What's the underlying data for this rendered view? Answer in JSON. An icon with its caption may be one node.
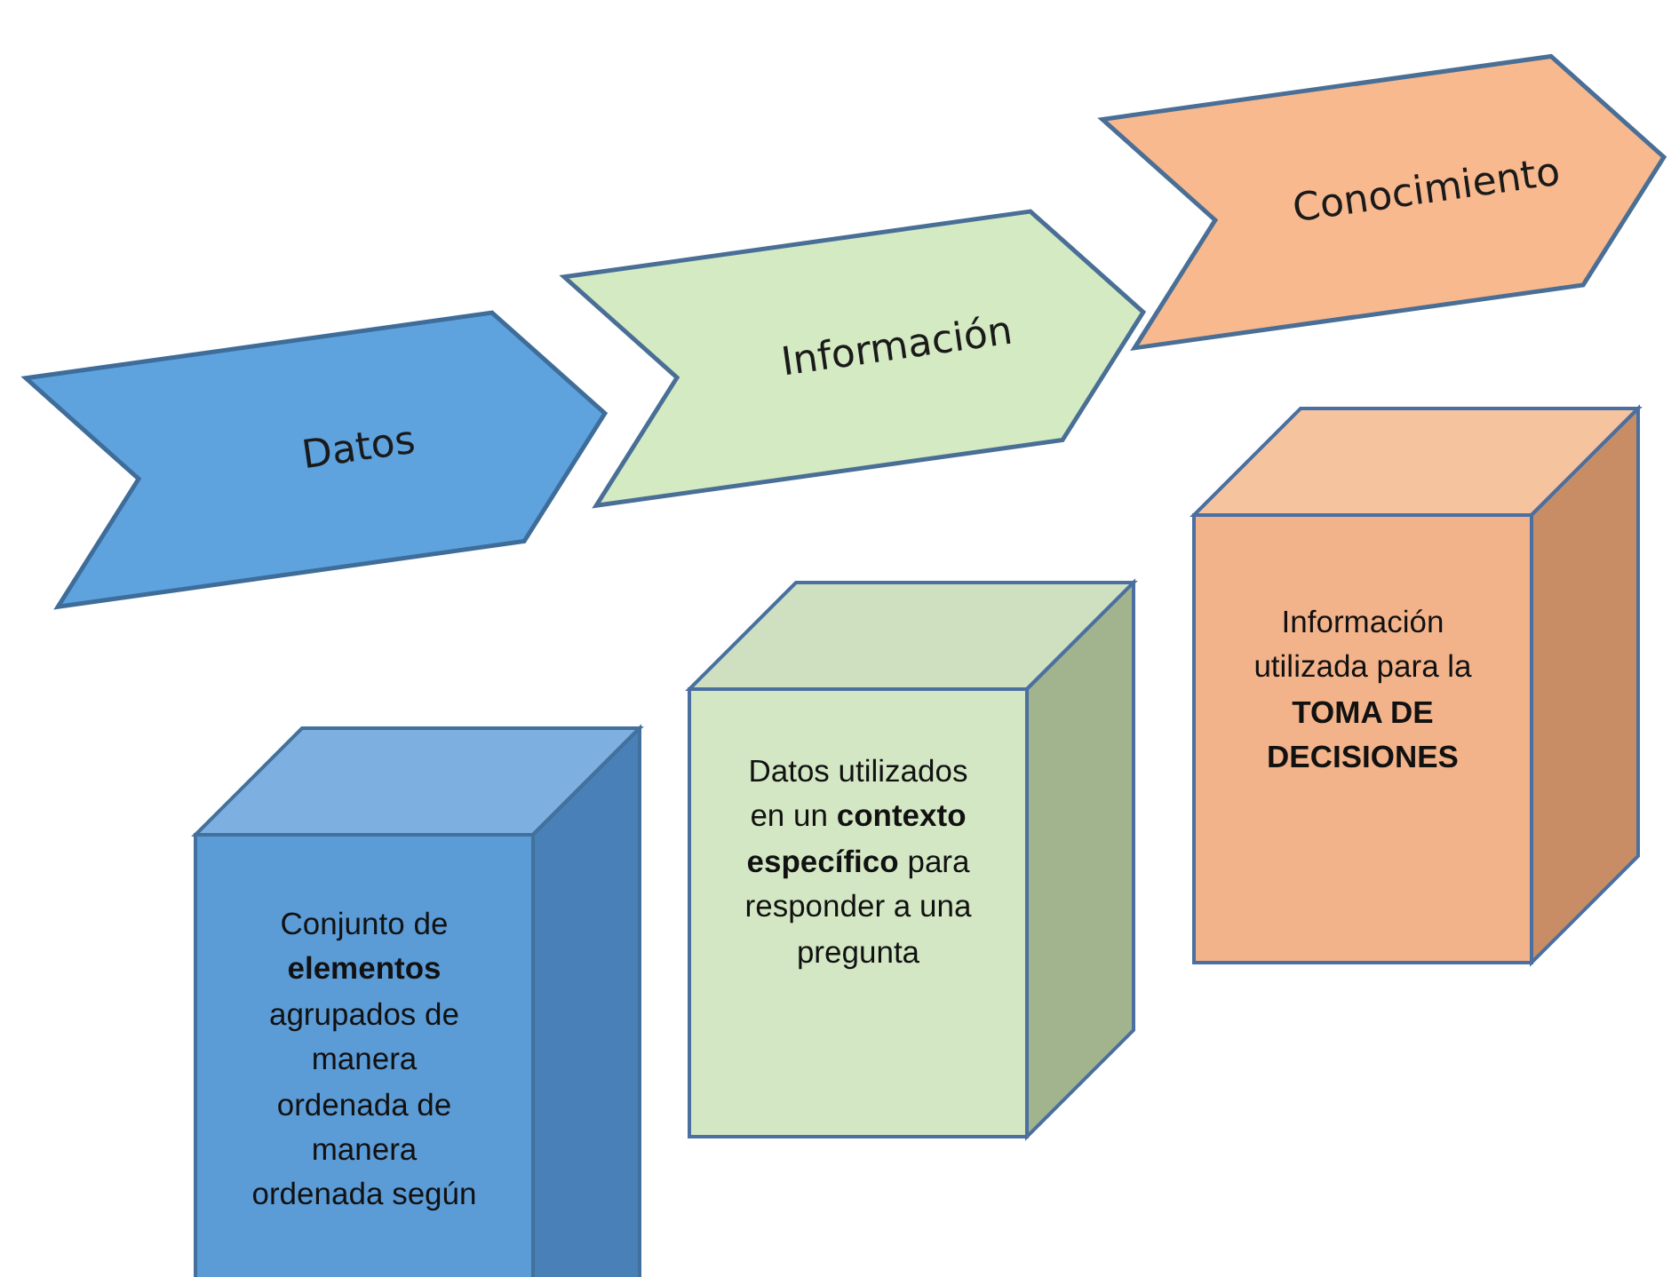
{
  "diagram": {
    "nodes": [
      {
        "text": [
          "Datos"
        ]
      },
      {
        "text": [
          "Información"
        ]
      },
      {
        "text": [
          "Conocimiento"
        ]
      },
      {
        "text": [
          "Conjunto de **elementos** agrupados de manera ordenada de manera ordenada según"
        ]
      },
      {
        "text": [
          "Datos utilizados en un **contexto específico** para responder a una pregunta"
        ]
      },
      {
        "text": [
          "Información utilizada para la **TOMA DE DECISIONES**"
        ]
      }
    ]
  }
}
